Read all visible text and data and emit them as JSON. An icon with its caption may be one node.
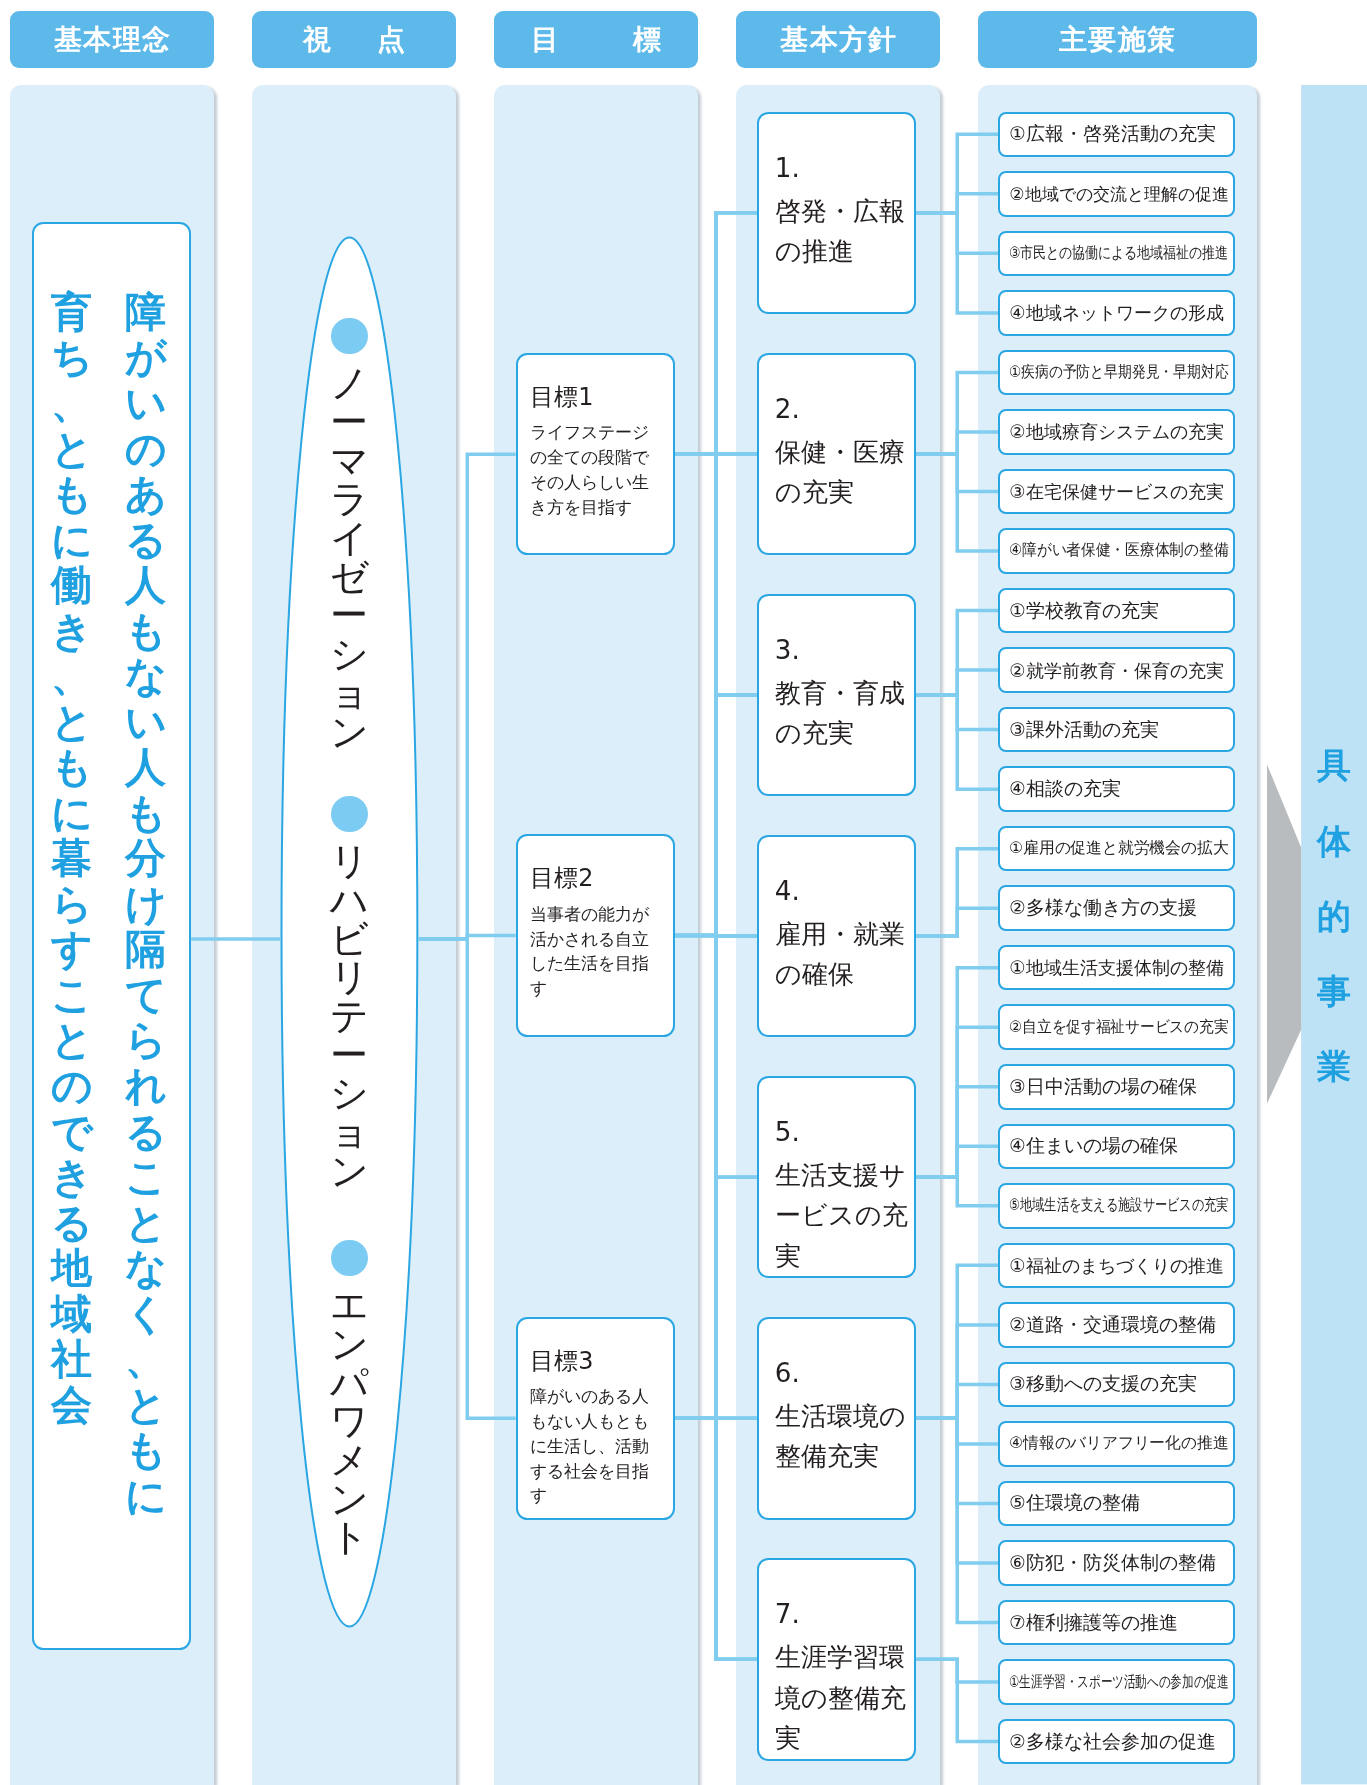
{
  "diagram": {
    "nodes": [
      {
        "text": [
          "基本理念"
        ]
      },
      {
        "text": [
          "視点"
        ]
      },
      {
        "text": [
          "目標"
        ]
      },
      {
        "text": [
          "基本方針"
        ]
      },
      {
        "text": [
          "主要施策"
        ]
      },
      {
        "text": [
          "障がいのある人もない人も分け隔てられることなく、ともに育ち、ともに働き、ともに暮らすことのできる地域社会"
        ]
      },
      {
        "text": [
          "ノーマライゼーション",
          "リハビリテーション",
          "エンパワメント"
        ]
      },
      {
        "text": [
          "目標1",
          "ライフステージの全ての段階でその人らしい生き方を目指す"
        ]
      },
      {
        "text": [
          "目標2",
          "当事者の能力が活かされる自立した生活を目指す"
        ]
      },
      {
        "text": [
          "目標3",
          "障がいのある人もない人もともに生活し、活動する社会を目指す"
        ]
      },
      {
        "text": [
          "1.",
          "啓発・広報の推進"
        ]
      },
      {
        "text": [
          "2.",
          "保健・医療の充実"
        ]
      },
      {
        "text": [
          "3.",
          "教育・育成の充実"
        ]
      },
      {
        "text": [
          "4.",
          "雇用・就業の確保"
        ]
      },
      {
        "text": [
          "5.",
          "生活支援サービスの充実"
        ]
      },
      {
        "text": [
          "6.",
          "生活環境の整備充実"
        ]
      },
      {
        "text": [
          "7.",
          "生涯学習環境の整備充実"
        ]
      },
      {
        "text": [
          "①広報・啓発活動の充実"
        ]
      },
      {
        "text": [
          "②地域での交流と理解の促進"
        ]
      },
      {
        "text": [
          "③市民との協働による地域福祉の推進"
        ]
      },
      {
        "text": [
          "④地域ネットワークの形成"
        ]
      },
      {
        "text": [
          "①疾病の予防と早期発見・早期対応"
        ]
      },
      {
        "text": [
          "②地域療育システムの充実"
        ]
      },
      {
        "text": [
          "③在宅保健サービスの充実"
        ]
      },
      {
        "text": [
          "④障がい者保健・医療体制の整備"
        ]
      },
      {
        "text": [
          "①学校教育の充実"
        ]
      },
      {
        "text": [
          "②就学前教育・保育の充実"
        ]
      },
      {
        "text": [
          "③課外活動の充実"
        ]
      },
      {
        "text": [
          "④相談の充実"
        ]
      },
      {
        "text": [
          "①雇用の促進と就労機会の拡大"
        ]
      },
      {
        "text": [
          "②多様な働き方の支援"
        ]
      },
      {
        "text": [
          "①地域生活支援体制の整備"
        ]
      },
      {
        "text": [
          "②自立を促す福祉サービスの充実"
        ]
      },
      {
        "text": [
          "③日中活動の場の確保"
        ]
      },
      {
        "text": [
          "④住まいの場の確保"
        ]
      },
      {
        "text": [
          "⑤地域生活を支える施設サービスの充実"
        ]
      },
      {
        "text": [
          "①福祉のまちづくりの推進"
        ]
      },
      {
        "text": [
          "②道路・交通環境の整備"
        ]
      },
      {
        "text": [
          "③移動への支援の充実"
        ]
      },
      {
        "text": [
          "④情報のバリアフリー化の推進"
        ]
      },
      {
        "text": [
          "⑤住環境の整備"
        ]
      },
      {
        "text": [
          "⑥防犯・防災体制の整備"
        ]
      },
      {
        "text": [
          "⑦権利擁護等の推進"
        ]
      },
      {
        "text": [
          "①生涯学習・スポーツ活動への参加の促進"
        ]
      },
      {
        "text": [
          "②多様な社会参加の促進"
        ]
      },
      {
        "text": [
          "具体的事業"
        ]
      }
    ],
    "edges": [
      {
        "from": 5,
        "to": 6,
        "arrow": "none"
      },
      {
        "from": 6,
        "to": 7,
        "arrow": "none"
      },
      {
        "from": 6,
        "to": 8,
        "arrow": "none"
      },
      {
        "from": 6,
        "to": 9,
        "arrow": "none"
      },
      {
        "from": 7,
        "to": 10,
        "arrow": "none"
      },
      {
        "from": 7,
        "to": 11,
        "arrow": "none"
      },
      {
        "from": 7,
        "to": 12,
        "arrow": "none"
      },
      {
        "from": 7,
        "to": 13,
        "arrow": "none"
      },
      {
        "from": 7,
        "to": 14,
        "arrow": "none"
      },
      {
        "from": 7,
        "to": 15,
        "arrow": "none"
      },
      {
        "from": 7,
        "to": 16,
        "arrow": "none"
      },
      {
        "from": 8,
        "to": 10,
        "arrow": "none"
      },
      {
        "from": 8,
        "to": 11,
        "arrow": "none"
      },
      {
        "from": 8,
        "to": 12,
        "arrow": "none"
      },
      {
        "from": 8,
        "to": 13,
        "arrow": "none"
      },
      {
        "from": 8,
        "to": 14,
        "arrow": "none"
      },
      {
        "from": 8,
        "to": 15,
        "arrow": "none"
      },
      {
        "from": 8,
        "to": 16,
        "arrow": "none"
      },
      {
        "from": 9,
        "to": 10,
        "arrow": "none"
      },
      {
        "from": 9,
        "to": 11,
        "arrow": "none"
      },
      {
        "from": 9,
        "to": 12,
        "arrow": "none"
      },
      {
        "from": 9,
        "to": 13,
        "arrow": "none"
      },
      {
        "from": 9,
        "to": 14,
        "arrow": "none"
      },
      {
        "from": 9,
        "to": 15,
        "arrow": "none"
      },
      {
        "from": 9,
        "to": 16,
        "arrow": "none"
      },
      {
        "from": 10,
        "to": 17,
        "arrow": "none"
      },
      {
        "from": 10,
        "to": 18,
        "arrow": "none"
      },
      {
        "from": 10,
        "to": 19,
        "arrow": "none"
      },
      {
        "from": 10,
        "to": 20,
        "arrow": "none"
      },
      {
        "from": 11,
        "to": 21,
        "arrow": "none"
      },
      {
        "from": 11,
        "to": 22,
        "arrow": "none"
      },
      {
        "from": 11,
        "to": 23,
        "arrow": "none"
      },
      {
        "from": 11,
        "to": 24,
        "arrow": "none"
      },
      {
        "from": 12,
        "to": 25,
        "arrow": "none"
      },
      {
        "from": 12,
        "to": 26,
        "arrow": "none"
      },
      {
        "from": 12,
        "to": 27,
        "arrow": "none"
      },
      {
        "from": 12,
        "to": 28,
        "arrow": "none"
      },
      {
        "from": 13,
        "to": 29,
        "arrow": "none"
      },
      {
        "from": 13,
        "to": 30,
        "arrow": "none"
      },
      {
        "from": 14,
        "to": 31,
        "arrow": "none"
      },
      {
        "from": 14,
        "to": 32,
        "arrow": "none"
      },
      {
        "from": 14,
        "to": 33,
        "arrow": "none"
      },
      {
        "from": 14,
        "to": 34,
        "arrow": "none"
      },
      {
        "from": 14,
        "to": 35,
        "arrow": "none"
      },
      {
        "from": 15,
        "to": 36,
        "arrow": "none"
      },
      {
        "from": 15,
        "to": 37,
        "arrow": "none"
      },
      {
        "from": 15,
        "to": 38,
        "arrow": "none"
      },
      {
        "from": 15,
        "to": 39,
        "arrow": "none"
      },
      {
        "from": 15,
        "to": 40,
        "arrow": "none"
      },
      {
        "from": 15,
        "to": 41,
        "arrow": "none"
      },
      {
        "from": 15,
        "to": 42,
        "arrow": "none"
      },
      {
        "from": 16,
        "to": 43,
        "arrow": "none"
      },
      {
        "from": 16,
        "to": 44,
        "arrow": "none"
      }
    ]
  }
}
